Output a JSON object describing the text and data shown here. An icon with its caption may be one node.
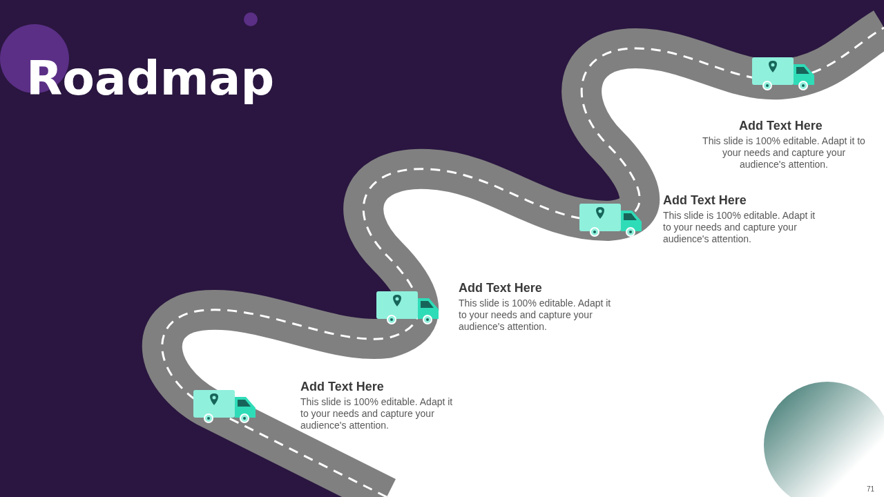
{
  "diagram": {
    "title": "Roadmap",
    "labels": [
      "Add Text Here",
      "This slide is 100% editable. Adapt it to your needs and capture your audience's attention.",
      "Add Text Here",
      "This slide is 100% editable. Adapt it to your needs and capture your audience's attention.",
      "Add Text Here",
      "This slide is 100% editable. Adapt it to your needs and capture your audience's attention.",
      "Add Text Here",
      "This slide is 100% editable. Adapt it to your needs and capture your audience's attention.",
      "71"
    ]
  }
}
